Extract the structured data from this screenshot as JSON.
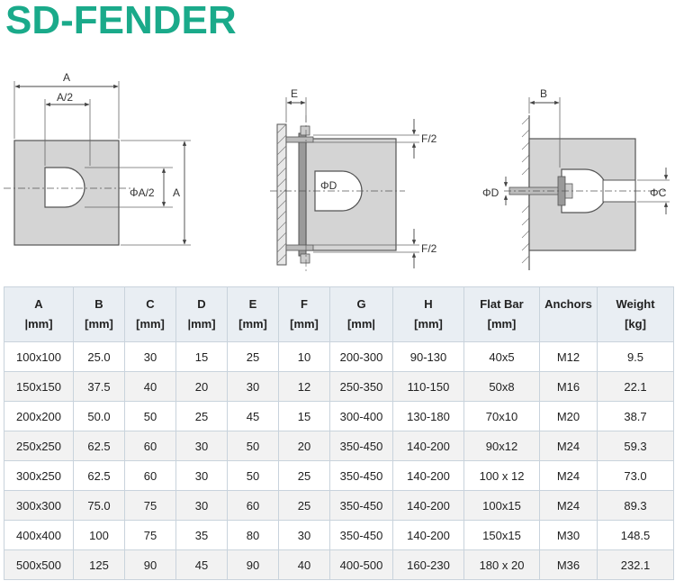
{
  "title": "SD-FENDER",
  "drawings": {
    "view1": {
      "label_a": "A",
      "label_a_half": "A/2",
      "label_dia_a_half": "ΦA/2",
      "label_a_side": "A"
    },
    "view2": {
      "label_e": "E",
      "label_dia_d": "ΦD",
      "label_f_top": "F/2",
      "label_f_bottom": "F/2"
    },
    "view3": {
      "label_b": "B",
      "label_dia_d": "ΦD",
      "label_dia_c": "ΦC"
    }
  },
  "table": {
    "headers": [
      {
        "line1": "A",
        "line2": "|mm]"
      },
      {
        "line1": "B",
        "line2": "[mm]"
      },
      {
        "line1": "C",
        "line2": "[mm]"
      },
      {
        "line1": "D",
        "line2": "|mm]"
      },
      {
        "line1": "E",
        "line2": "[mm]"
      },
      {
        "line1": "F",
        "line2": "[mm]"
      },
      {
        "line1": "G",
        "line2": "[mm|"
      },
      {
        "line1": "H",
        "line2": "[mm]"
      },
      {
        "line1": "Flat Bar",
        "line2": "[mm]"
      },
      {
        "line1": "Anchors",
        "line2": ""
      },
      {
        "line1": "Weight",
        "line2": "[kg]"
      }
    ],
    "rows": [
      [
        "100x100",
        "25.0",
        "30",
        "15",
        "25",
        "10",
        "200-300",
        "90-130",
        "40x5",
        "M12",
        "9.5"
      ],
      [
        "150x150",
        "37.5",
        "40",
        "20",
        "30",
        "12",
        "250-350",
        "110-150",
        "50x8",
        "M16",
        "22.1"
      ],
      [
        "200x200",
        "50.0",
        "50",
        "25",
        "45",
        "15",
        "300-400",
        "130-180",
        "70x10",
        "M20",
        "38.7"
      ],
      [
        "250x250",
        "62.5",
        "60",
        "30",
        "50",
        "20",
        "350-450",
        "140-200",
        "90x12",
        "M24",
        "59.3"
      ],
      [
        "300x250",
        "62.5",
        "60",
        "30",
        "50",
        "25",
        "350-450",
        "140-200",
        "100 x 12",
        "M24",
        "73.0"
      ],
      [
        "300x300",
        "75.0",
        "75",
        "30",
        "60",
        "25",
        "350-450",
        "140-200",
        "100x15",
        "M24",
        "89.3"
      ],
      [
        "400x400",
        "100",
        "75",
        "35",
        "80",
        "30",
        "350-450",
        "140-200",
        "150x15",
        "M30",
        "148.5"
      ],
      [
        "500x500",
        "125",
        "90",
        "45",
        "90",
        "40",
        "400-500",
        "160-230",
        "180 x 20",
        "M36",
        "232.1"
      ]
    ]
  }
}
